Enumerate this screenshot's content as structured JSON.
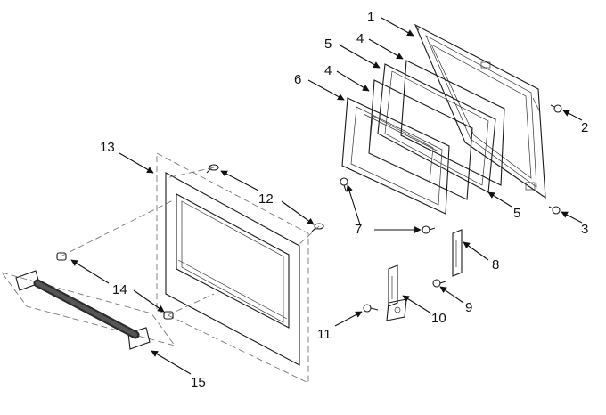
{
  "diagram": {
    "callouts": [
      {
        "id": "c1",
        "label": "1"
      },
      {
        "id": "c2",
        "label": "2"
      },
      {
        "id": "c3",
        "label": "3"
      },
      {
        "id": "c4a",
        "label": "4"
      },
      {
        "id": "c4b",
        "label": "4"
      },
      {
        "id": "c5a",
        "label": "5"
      },
      {
        "id": "c5b",
        "label": "5"
      },
      {
        "id": "c6",
        "label": "6"
      },
      {
        "id": "c7",
        "label": "7"
      },
      {
        "id": "c8",
        "label": "8"
      },
      {
        "id": "c9",
        "label": "9"
      },
      {
        "id": "c10",
        "label": "10"
      },
      {
        "id": "c11",
        "label": "11"
      },
      {
        "id": "c12",
        "label": "12"
      },
      {
        "id": "c13",
        "label": "13"
      },
      {
        "id": "c14",
        "label": "14"
      },
      {
        "id": "c15",
        "label": "15"
      }
    ]
  },
  "colors": {
    "line": "#1a1a1a",
    "dash": "#777777",
    "background": "#ffffff",
    "handle": "#2a2a2a"
  }
}
